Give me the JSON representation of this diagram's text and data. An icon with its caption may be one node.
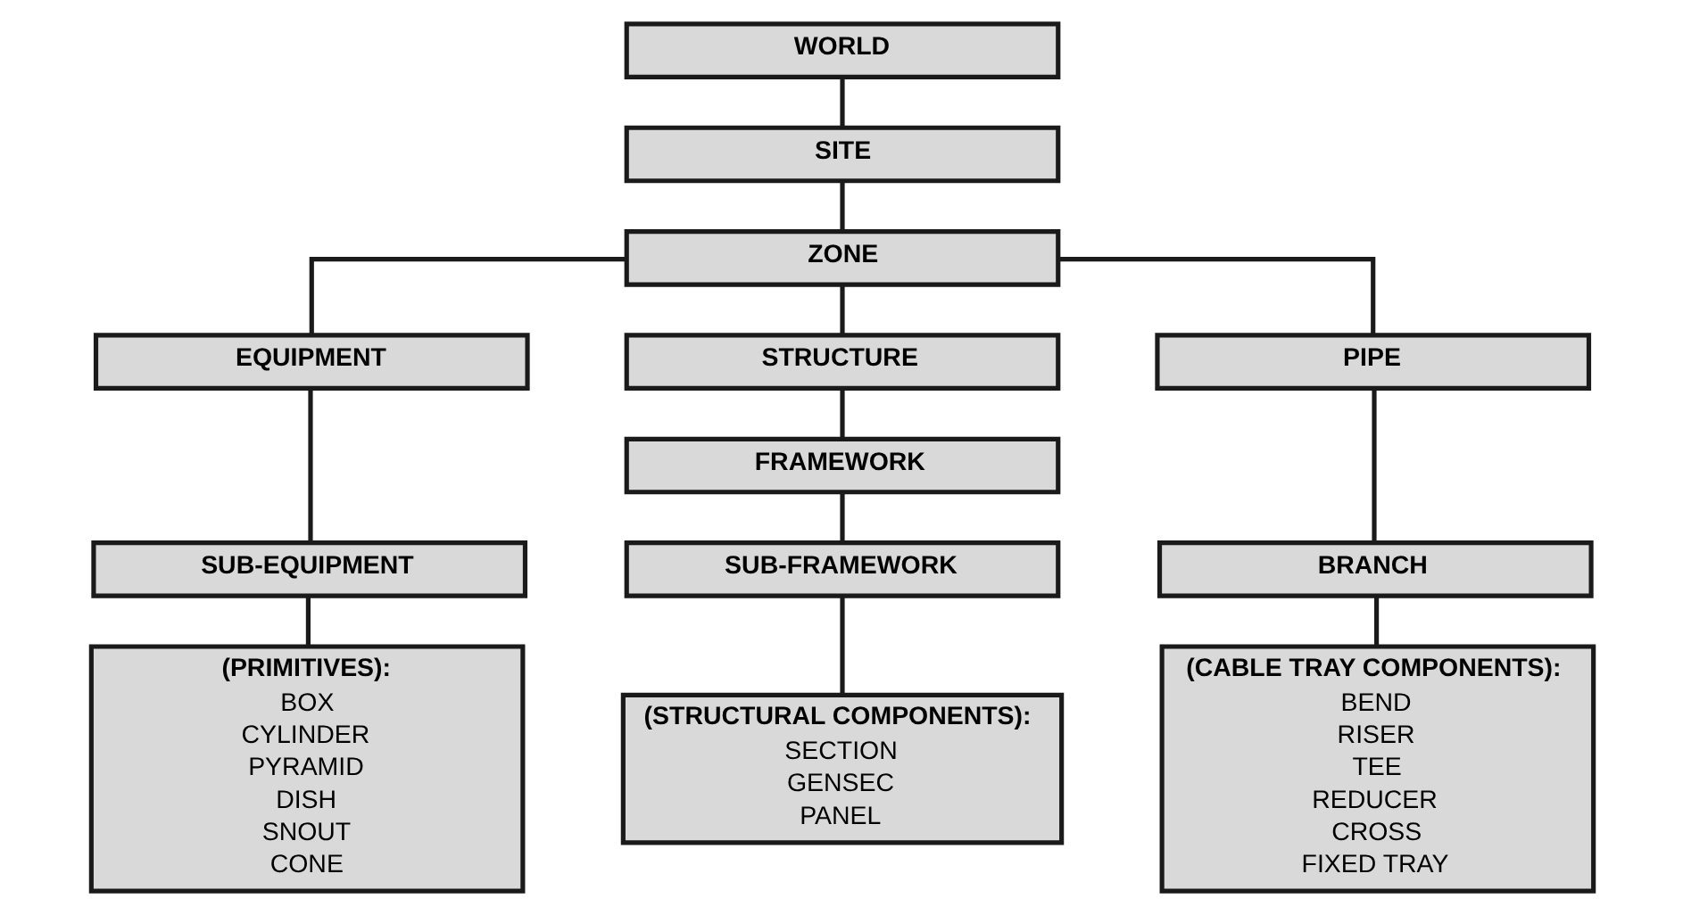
{
  "diagram": {
    "nodes": [
      {
        "text": [
          "WORLD"
        ]
      },
      {
        "text": [
          "SITE"
        ]
      },
      {
        "text": [
          "ZONE"
        ]
      },
      {
        "text": [
          "EQUIPMENT"
        ]
      },
      {
        "text": [
          "STRUCTURE"
        ]
      },
      {
        "text": [
          "PIPE"
        ]
      },
      {
        "text": [
          "FRAMEWORK"
        ]
      },
      {
        "text": [
          "SUB-EQUIPMENT"
        ]
      },
      {
        "text": [
          "SUB-FRAMEWORK"
        ]
      },
      {
        "text": [
          "BRANCH"
        ]
      },
      {
        "text": [
          "(PRIMITIVES):",
          "BOX",
          "CYLINDER",
          "PYRAMID",
          "DISH",
          "SNOUT",
          "CONE"
        ]
      },
      {
        "text": [
          "(STRUCTURAL COMPONENTS):",
          "SECTION",
          "GENSEC",
          "PANEL"
        ]
      },
      {
        "text": [
          "(CABLE TRAY COMPONENTS):",
          "BEND",
          "RISER",
          "TEE",
          "REDUCER",
          "CROSS",
          "FIXED TRAY"
        ]
      }
    ],
    "edges": [
      {
        "from": 0,
        "to": 1,
        "arrow": "none"
      },
      {
        "from": 1,
        "to": 2,
        "arrow": "none"
      },
      {
        "from": 2,
        "to": 3,
        "arrow": "none"
      },
      {
        "from": 2,
        "to": 4,
        "arrow": "none"
      },
      {
        "from": 2,
        "to": 5,
        "arrow": "none"
      },
      {
        "from": 3,
        "to": 7,
        "arrow": "none"
      },
      {
        "from": 4,
        "to": 6,
        "arrow": "none"
      },
      {
        "from": 6,
        "to": 8,
        "arrow": "none"
      },
      {
        "from": 5,
        "to": 9,
        "arrow": "none"
      },
      {
        "from": 7,
        "to": 10,
        "arrow": "none"
      },
      {
        "from": 8,
        "to": 11,
        "arrow": "none"
      },
      {
        "from": 9,
        "to": 12,
        "arrow": "none"
      }
    ]
  }
}
